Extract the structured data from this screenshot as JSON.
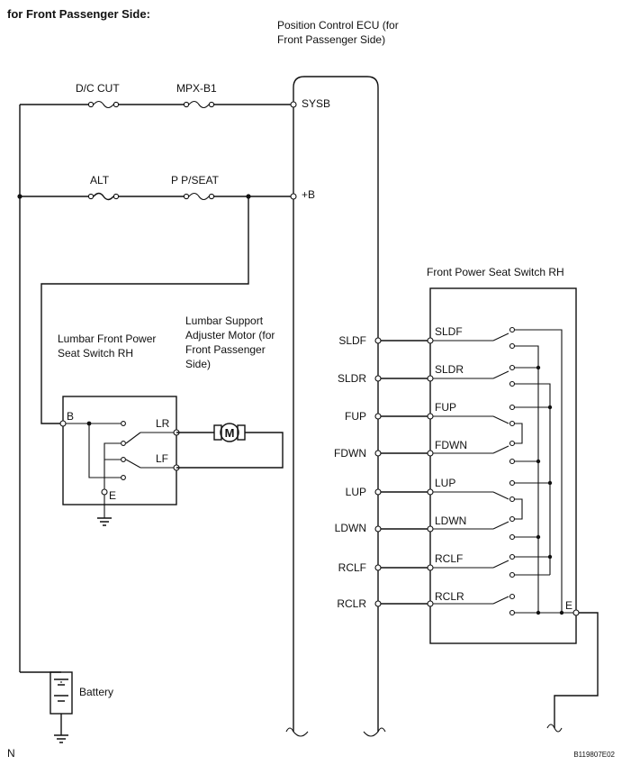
{
  "heading": "for Front Passenger Side:",
  "ecu": {
    "title_line1": "Position Control ECU (for",
    "title_line2": "Front Passenger Side)",
    "terminals": [
      "SYSB",
      "+B",
      "SLDF",
      "SLDR",
      "FUP",
      "FDWN",
      "LUP",
      "LDWN",
      "RCLF",
      "RCLR"
    ]
  },
  "fuses": {
    "dc_cut": "D/C CUT",
    "mpx_b1": "MPX-B1",
    "alt": "ALT",
    "ppseat": "P P/SEAT"
  },
  "lumbar_switch": {
    "title_line1": "Lumbar Front Power",
    "title_line2": "Seat Switch RH",
    "terminals": {
      "b": "B",
      "lr": "LR",
      "lf": "LF",
      "e": "E"
    }
  },
  "lumbar_motor": {
    "title_line1": "Lumbar Support",
    "title_line2": "Adjuster Motor (for",
    "title_line3": "Front Passenger",
    "title_line4": "Side)",
    "symbol": "M"
  },
  "seat_switch": {
    "title": "Front Power Seat Switch RH",
    "terminals": [
      "SLDF",
      "SLDR",
      "FUP",
      "FDWN",
      "LUP",
      "LDWN",
      "RCLF",
      "RCLR"
    ],
    "ground": "E"
  },
  "battery": {
    "label": "Battery"
  },
  "corner_left": "N",
  "figure_code": "B119807E02"
}
